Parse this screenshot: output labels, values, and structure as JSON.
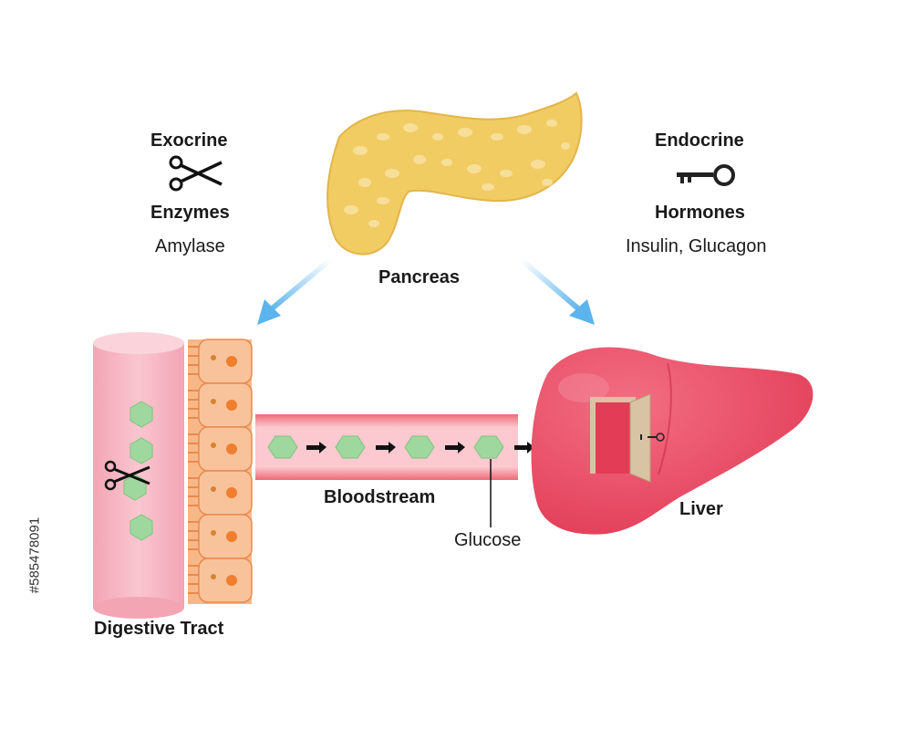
{
  "exocrine": {
    "title": "Exocrine",
    "icon": "scissors-icon",
    "subtitle": "Enzymes",
    "example": "Amylase"
  },
  "endocrine": {
    "title": "Endocrine",
    "icon": "key-icon",
    "subtitle": "Hormones",
    "example": "Insulin, Glucagon"
  },
  "organs": {
    "pancreas": "Pancreas",
    "digestive_tract": "Digestive Tract",
    "bloodstream": "Bloodstream",
    "liver": "Liver",
    "glucose": "Glucose"
  },
  "credit": "#585478091",
  "colors": {
    "pancreas": "#f2cf6a",
    "tract": "#f6b8c4",
    "cells": "#f4a46b",
    "vessel": "#f07f8a",
    "liver": "#e8455e",
    "glucose": "#9ed89f",
    "arrow": "#7cc4ee"
  }
}
